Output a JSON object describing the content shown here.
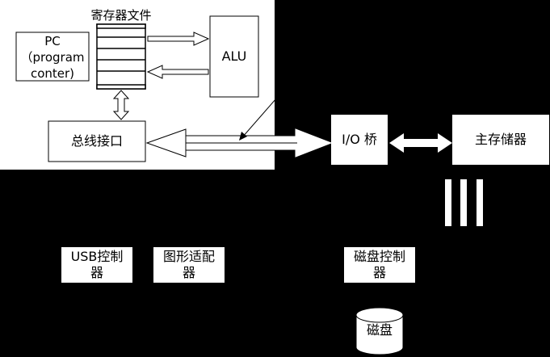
{
  "colors": {
    "background": "#000000",
    "box_fill": "#ffffff",
    "stroke": "#000000"
  },
  "cpu": {
    "register_file_label": "寄存器文件",
    "pc_label_line1": "PC",
    "pc_label_line2": "（program",
    "pc_label_line3": "conter)",
    "alu_label": "ALU",
    "bus_interface_label": "总线接口"
  },
  "io_bridge_label": "I/O 桥",
  "main_memory_label": "主存储器",
  "usb_controller": {
    "line1": "USB控制",
    "line2": "器"
  },
  "graphics_adapter": {
    "line1": "图形适配",
    "line2": "器"
  },
  "disk_controller": {
    "line1": "磁盘控制",
    "line2": "器"
  },
  "disk_label": "磁盘"
}
